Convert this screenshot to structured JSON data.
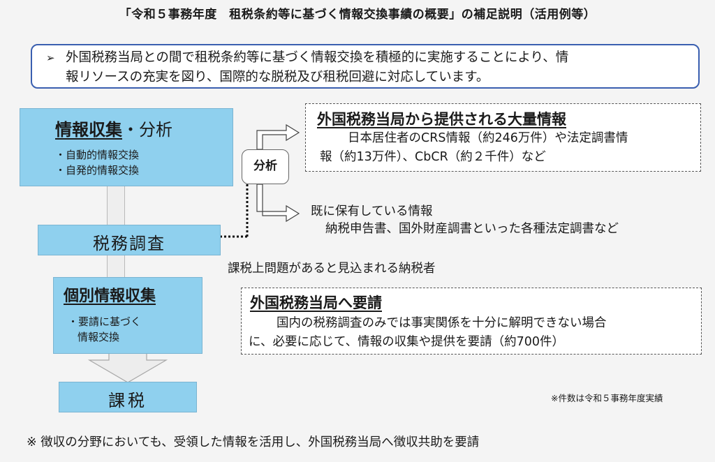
{
  "title": "「令和５事務年度　租税条約等に基づく情報交換事績の概要」の補足説明（活用例等）",
  "intro": {
    "bullet": "➢",
    "line1": "外国税務当局との間で租税条約等に基づく情報交換を積極的に実施することにより、情",
    "line2": "報リソースの充実を図り、国際的な脱税及び租税回避に対応しています。"
  },
  "flow": {
    "collect": {
      "title": "情報収集",
      "title_suffix": "・分析",
      "items": [
        "・自動的情報交換",
        "・自発的情報交換"
      ]
    },
    "investigation": "税務調査",
    "individual": {
      "title": "個別情報収集",
      "items": [
        "・要請に基づく",
        "情報交換"
      ]
    },
    "taxation": "課税"
  },
  "analysis_label": "分析",
  "foreign_info": {
    "title": "外国税務当局から提供される大量情報",
    "line1": "日本居住者のCRS情報（約246万件）や法定調書情",
    "line2": "報（約13万件）、CbCR（約２千件）など"
  },
  "existing_info": {
    "title": "既に保有している情報",
    "detail": "納税申告書、国外財産調書といった各種法定調書など"
  },
  "taxpayer_label": "課税上問題があると見込まれる納税者",
  "request": {
    "title": "外国税務当局へ要請",
    "line1": "国内の税務調査のみでは事実関係を十分に解明できない場合",
    "line2": "に、必要に応じて、情報の収集や提供を要請（約700件）"
  },
  "count_note": "※件数は令和５事務年度実績",
  "footer_note": "※ 徴収の分野においても、受領した情報を活用し、外国税務当局へ徴収共助を要請"
}
